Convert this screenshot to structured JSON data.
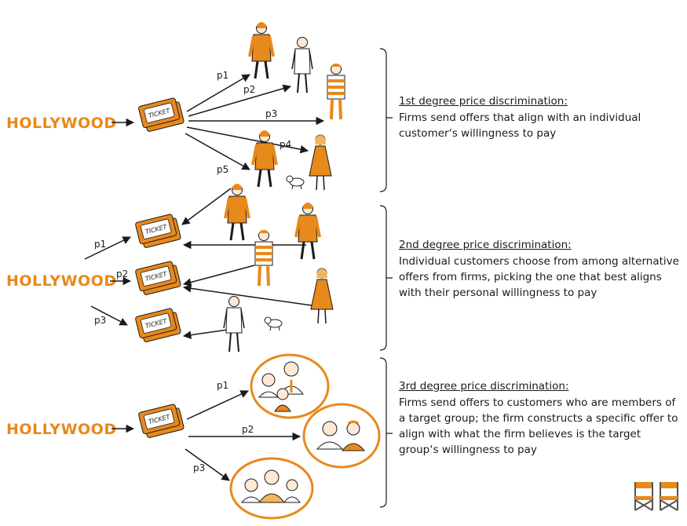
{
  "sections": [
    {
      "title": "1st degree price discrimination:",
      "body": "Firms send offers that align with an individual customer‘s willingness to pay",
      "logo": "HOLLYWOOD",
      "ticket_label": "TICKET",
      "prices": [
        "p1",
        "p2",
        "p3",
        "p4",
        "p5"
      ]
    },
    {
      "title": "2nd degree price discrimination:",
      "body": "Individual customers choose from among alternative offers from firms, picking the one that best aligns with their personal willingness to pay",
      "logo": "HOLLYWOOD",
      "ticket_label": "TICKET",
      "prices": [
        "p1",
        "p2",
        "p3"
      ]
    },
    {
      "title": "3rd degree price discrimination:",
      "body": "Firms send offers to customers who are members of a target group; the firm constructs a specific offer to align with what the firm believes is the target group‘s willingness to pay",
      "logo": "HOLLYWOOD",
      "ticket_label": "TICKET",
      "prices": [
        "p1",
        "p2",
        "p3"
      ]
    }
  ],
  "colors": {
    "accent": "#e8891c",
    "accent_light": "#f2b45e",
    "ink": "#1a1a1a",
    "skin": "#fde9d6"
  },
  "icons": [
    "director-chair-icon",
    "director-chair-icon"
  ]
}
